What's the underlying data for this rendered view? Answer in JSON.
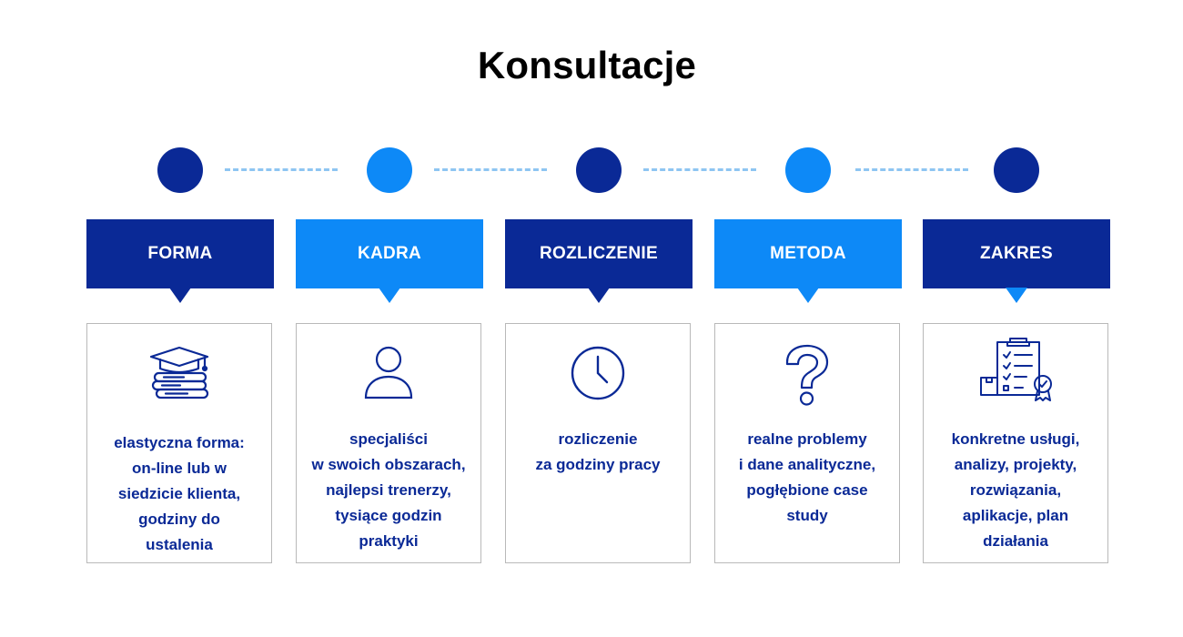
{
  "title": "Konsultacje",
  "colors": {
    "dark": "#0a2996",
    "light": "#0d89f7",
    "dash": "#8ec5f2"
  },
  "steps": [
    {
      "label": "FORMA",
      "icon": "graduation-cap-books-icon",
      "lines": [
        "elastyczna forma:",
        "on-line lub w",
        "siedzicie klienta,",
        "godziny do",
        "ustalenia"
      ]
    },
    {
      "label": "KADRA",
      "icon": "person-icon",
      "lines": [
        "specjaliści",
        "w swoich obszarach,",
        "najlepsi trenerzy,",
        "tysiące godzin",
        "praktyki"
      ]
    },
    {
      "label": "ROZLICZENIE",
      "icon": "clock-icon",
      "lines": [
        "rozliczenie",
        "za godziny pracy"
      ]
    },
    {
      "label": "METODA",
      "icon": "question-mark-icon",
      "lines": [
        "realne problemy",
        "i dane analityczne,",
        "pogłębione case",
        "study"
      ]
    },
    {
      "label": "ZAKRES",
      "icon": "clipboard-checklist-icon",
      "lines": [
        "konkretne usługi,",
        "analizy, projekty,",
        "rozwiązania,",
        "aplikacje, plan",
        "działania"
      ]
    }
  ]
}
